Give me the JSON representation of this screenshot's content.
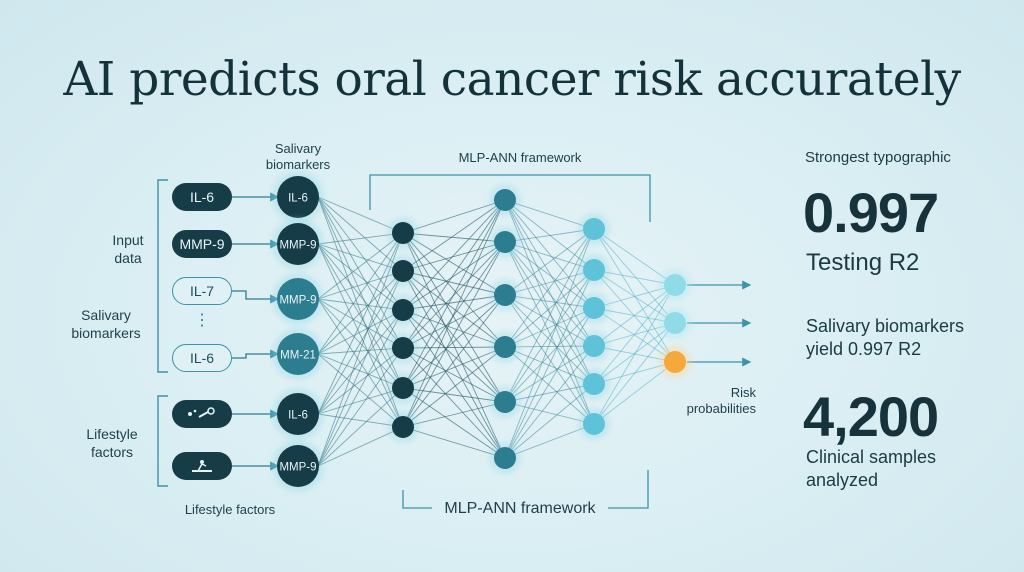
{
  "title": "AI predicts oral cancer risk accurately",
  "side_labels": {
    "input_data": "Input\ndata",
    "salivary_biomarkers": "Salivary\nbiomarkers",
    "lifestyle_factors": "Lifestyle\nfactors",
    "ellipsis": "⋮"
  },
  "column_headers": {
    "salivary_biomarkers": "Salivary\nbiomarkers",
    "framework_top": "MLP-ANN framework",
    "framework_bottom": "MLP-ANN framework",
    "lifestyle_factors": "Lifestyle factors",
    "risk_probabilities": "Risk\nprobabilities"
  },
  "input_pills": [
    {
      "label": "IL-6",
      "style": "dark"
    },
    {
      "label": "MMP-9",
      "style": "dark"
    },
    {
      "label": "IL-7",
      "style": "light"
    },
    {
      "label": "IL-6",
      "style": "light"
    },
    {
      "icon": "lifestyle-activity-icon",
      "style": "dark"
    },
    {
      "icon": "lifestyle-habit-icon",
      "style": "dark"
    }
  ],
  "biomarker_nodes": [
    "IL-6",
    "MMP-9",
    "MMP-9",
    "MM-21",
    "IL-6",
    "MMP-9"
  ],
  "network": {
    "hidden1_count": 6,
    "hidden2_count": 6,
    "hidden3_count": 6,
    "output_count": 3,
    "highlight_output": 3
  },
  "colors": {
    "dark_node": "#153c47",
    "mid_node": "#2c7d90",
    "light_node": "#5ec3d8",
    "output_node": "#8fdbe8",
    "highlight": "#f5a93a"
  },
  "metrics": {
    "label": "Strongest typographic",
    "r2_value": "0.997",
    "r2_caption": "Testing R2",
    "r2_text": "Salivary biomarkers\nyield 0.997 R2",
    "samples_value": "4,200",
    "samples_text": "Clinical samples\nanalyzed"
  }
}
